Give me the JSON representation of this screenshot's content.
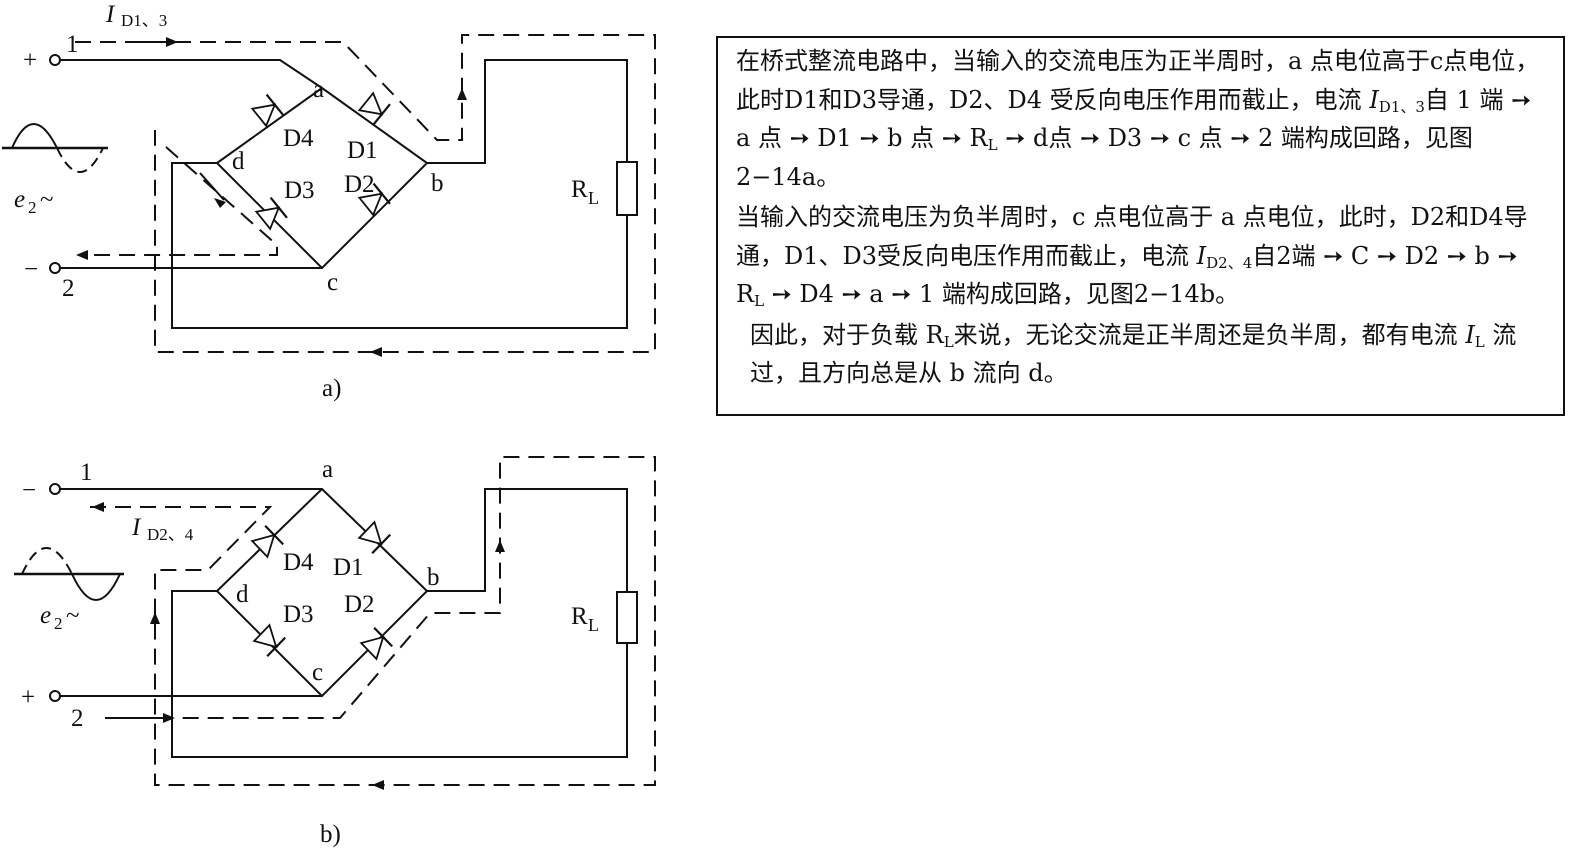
{
  "figure_a": {
    "caption": "a)",
    "current_label_main": "I",
    "current_label_sub": "D1、3",
    "terminal_1": "1",
    "terminal_2": "2",
    "plus_sign": "+",
    "minus_sign": "−",
    "source_label": "e",
    "source_sub": "2",
    "source_suffix": "~",
    "node_a": "a",
    "node_b": "b",
    "node_c": "c",
    "node_d": "d",
    "diode_1": "D1",
    "diode_2": "D2",
    "diode_3": "D3",
    "diode_4": "D4",
    "load_main": "R",
    "load_sub": "L"
  },
  "figure_b": {
    "caption": "b)",
    "current_label_main": "I",
    "current_label_sub": "D2、4",
    "terminal_1": "1",
    "terminal_2": "2",
    "plus_sign": "+",
    "minus_sign": "−",
    "source_label": "e",
    "source_sub": "2",
    "source_suffix": "~",
    "node_a": "a",
    "node_b": "b",
    "node_c": "c",
    "node_d": "d",
    "diode_1": "D1",
    "diode_2": "D2",
    "diode_3": "D3",
    "diode_4": "D4",
    "load_main": "R",
    "load_sub": "L"
  },
  "explanation": {
    "p1_a": "在桥式整流电路中，当输入的交流电压为正半周时，a 点电位高于c点电位，此时D1和D3导通，D2、D4 受反向电压作用而截止，电流 ",
    "p1_i": "I",
    "p1_isub": "D1、3",
    "p1_b": "自 1 端 ➙ a 点 ➙ D1 ➙ b 点 ➙ R",
    "p1_rsub": "L",
    "p1_c": " ➙ d点 ➙ D3 ➙ c 点 ➙ 2 端构成回路，见图 2−14a。",
    "p2_a": "当输入的交流电压为负半周时，c 点电位高于 a 点电位，此时，D2和D4导通，D1、D3受反向电压作用而截止，电流 ",
    "p2_i": "I",
    "p2_isub": "D2、4",
    "p2_b": "自2端 ➙ C ➙ D2 ➙ b ➙ R",
    "p2_rsub": "L",
    "p2_c": " ➙ D4 ➙  a ➙ 1 端构成回路，见图2−14b。",
    "p3_a": "因此，对于负载 R",
    "p3_rsub": "L",
    "p3_b": "来说，无论交流是正半周还是负半周，都有电流 ",
    "p3_i": "I",
    "p3_isub": "L",
    "p3_c": " 流过，且方向总是从 b 流向 d。"
  }
}
